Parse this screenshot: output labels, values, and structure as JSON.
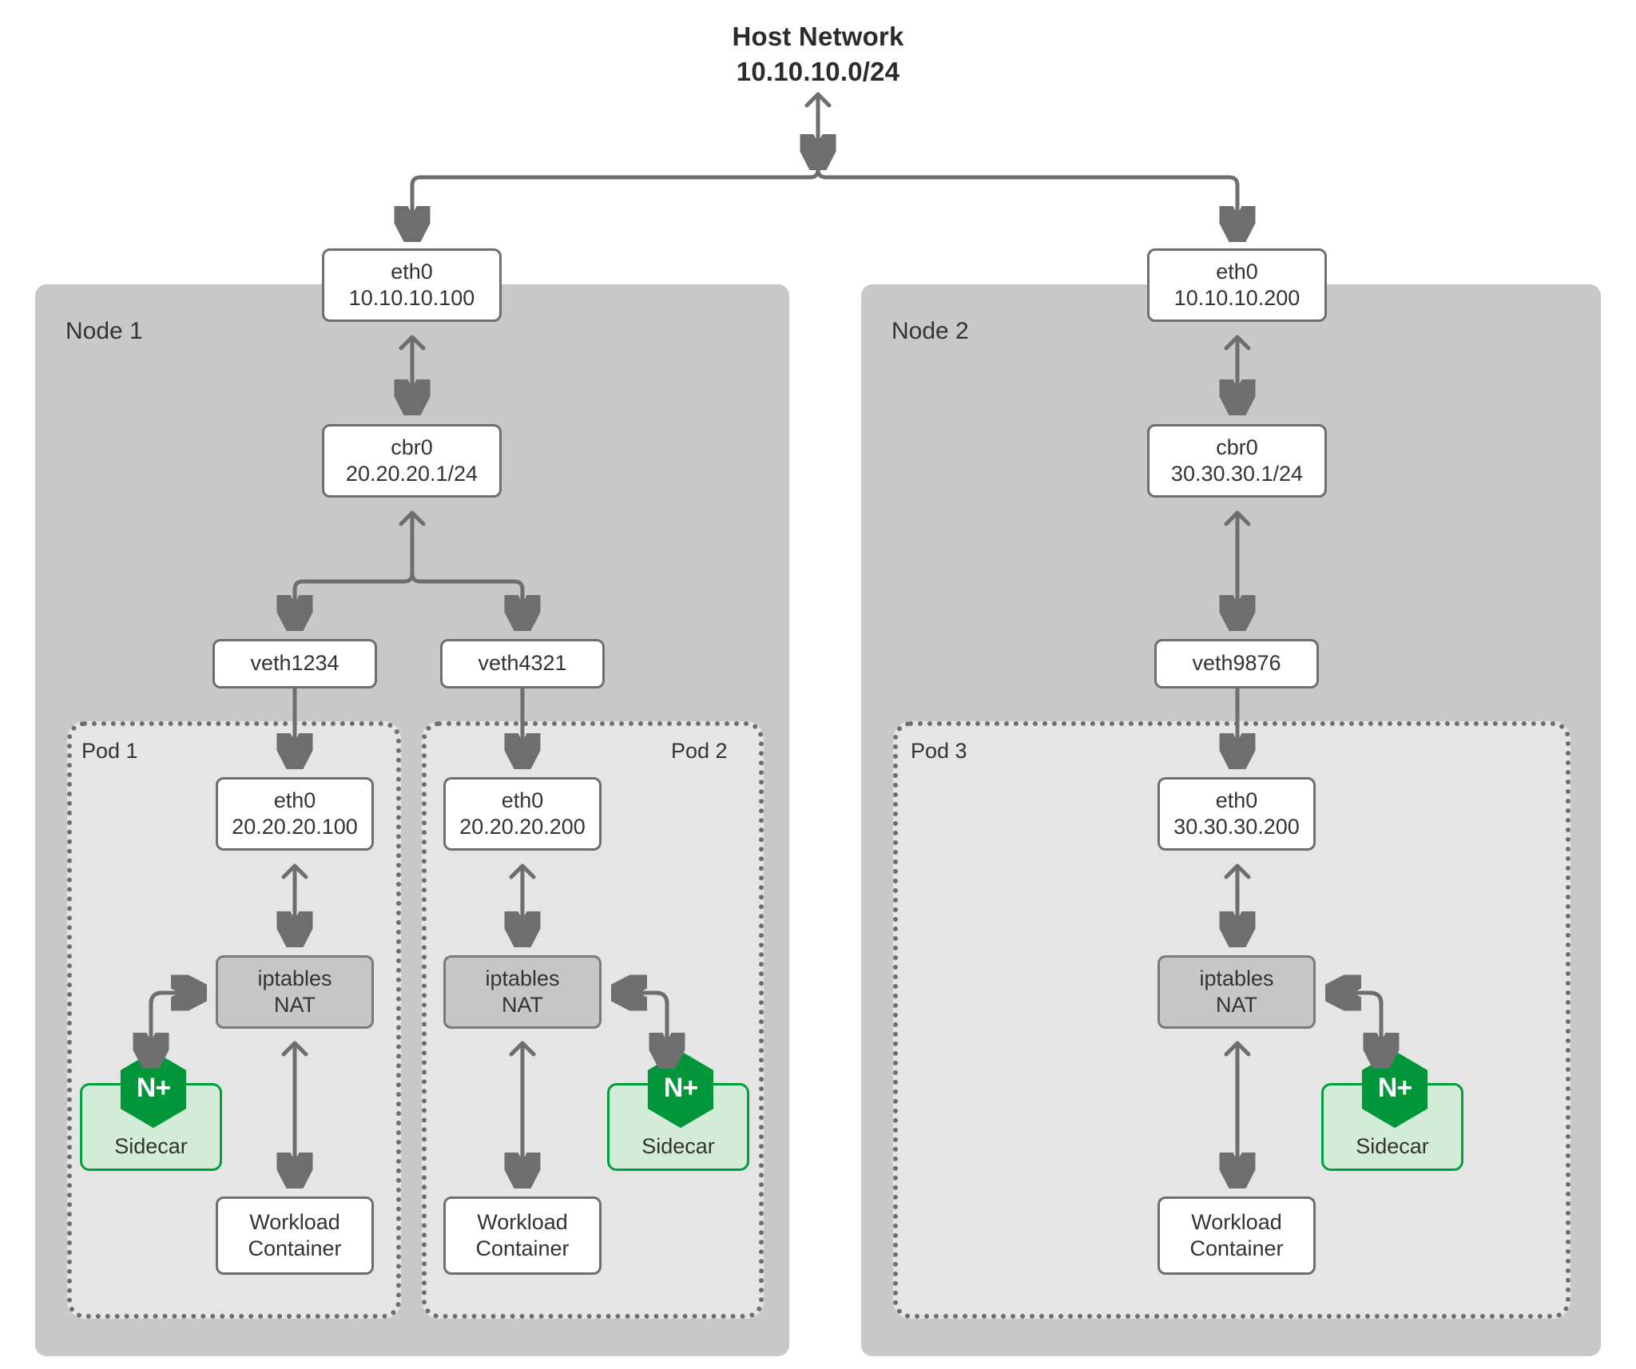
{
  "diagram": {
    "title_line1": "Host Network",
    "title_line2": "10.10.10.0/24",
    "colors": {
      "node_fill": "#c8c8c8",
      "pod_fill": "#e5e5e5",
      "pod_border": "#6e6e6e",
      "box_border": "#6e6e6e",
      "nat_fill": "#c6c6c6",
      "sidecar_fill": "#d2ecd8",
      "sidecar_border": "#00a13c",
      "nginx_green": "#009639",
      "text": "#333333",
      "connector": "#6e6e6e"
    }
  },
  "nodes": [
    {
      "label": "Node 1",
      "host_nic": {
        "name": "eth0",
        "ip": "10.10.10.100"
      },
      "bridge": {
        "name": "cbr0",
        "ip": "20.20.20.1/24"
      },
      "veths": [
        "veth1234",
        "veth4321"
      ],
      "pods": [
        {
          "label": "Pod 1",
          "label_align": "left",
          "nic": {
            "name": "eth0",
            "ip": "20.20.20.100"
          },
          "nat": {
            "line1": "iptables",
            "line2": "NAT"
          },
          "sidecar": {
            "label": "Sidecar",
            "logo": "N+",
            "side": "left"
          },
          "workload": {
            "line1": "Workload",
            "line2": "Container"
          }
        },
        {
          "label": "Pod 2",
          "label_align": "right",
          "nic": {
            "name": "eth0",
            "ip": "20.20.20.200"
          },
          "nat": {
            "line1": "iptables",
            "line2": "NAT"
          },
          "sidecar": {
            "label": "Sidecar",
            "logo": "N+",
            "side": "right"
          },
          "workload": {
            "line1": "Workload",
            "line2": "Container"
          }
        }
      ]
    },
    {
      "label": "Node 2",
      "host_nic": {
        "name": "eth0",
        "ip": "10.10.10.200"
      },
      "bridge": {
        "name": "cbr0",
        "ip": "30.30.30.1/24"
      },
      "veths": [
        "veth9876"
      ],
      "pods": [
        {
          "label": "Pod 3",
          "label_align": "left",
          "nic": {
            "name": "eth0",
            "ip": "30.30.30.200"
          },
          "nat": {
            "line1": "iptables",
            "line2": "NAT"
          },
          "sidecar": {
            "label": "Sidecar",
            "logo": "N+",
            "side": "right"
          },
          "workload": {
            "line1": "Workload",
            "line2": "Container"
          }
        }
      ]
    }
  ]
}
